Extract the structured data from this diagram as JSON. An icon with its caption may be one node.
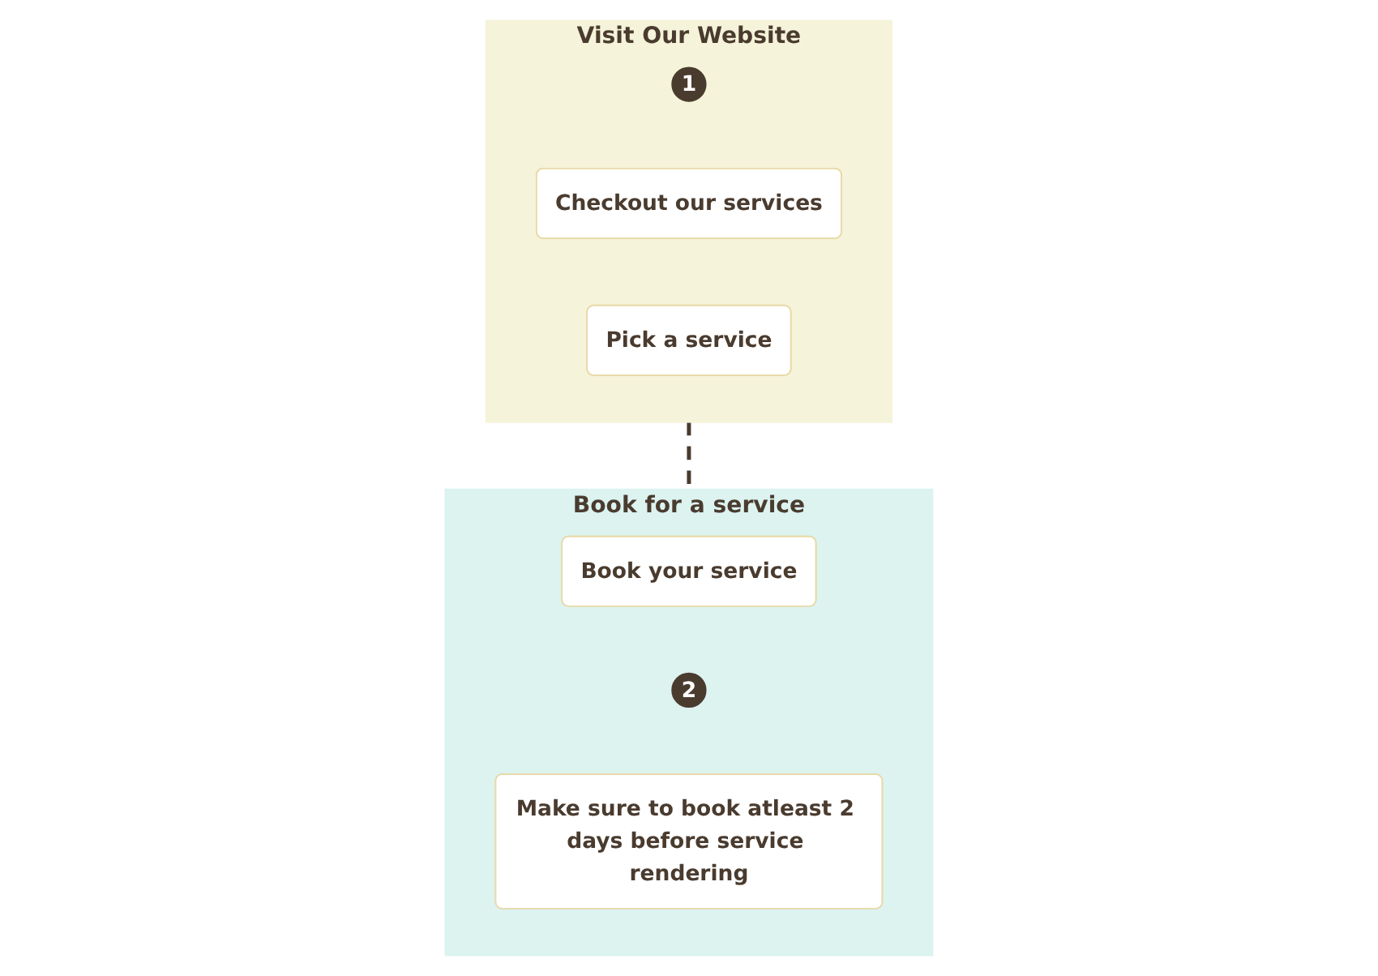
{
  "diagram": {
    "nodes": [
      {
        "text": [
          "Visit Our Website"
        ]
      },
      {
        "text": [
          "1"
        ],
        "in": 0
      },
      {
        "text": [
          "Checkout our services"
        ],
        "in": 0
      },
      {
        "text": [
          "Pick a service"
        ],
        "in": 0
      },
      {
        "text": [
          "Book for a service"
        ]
      },
      {
        "text": [
          "Book your service"
        ],
        "in": 4
      },
      {
        "text": [
          "2"
        ],
        "in": 4
      },
      {
        "text": [
          "Make sure to book atleast 2 days before service rendering"
        ],
        "in": 4
      }
    ],
    "edges": [
      {
        "from": 0,
        "to": 4,
        "arrow": "none",
        "style": "dashed",
        "color": "#4a3b2f"
      }
    ]
  }
}
